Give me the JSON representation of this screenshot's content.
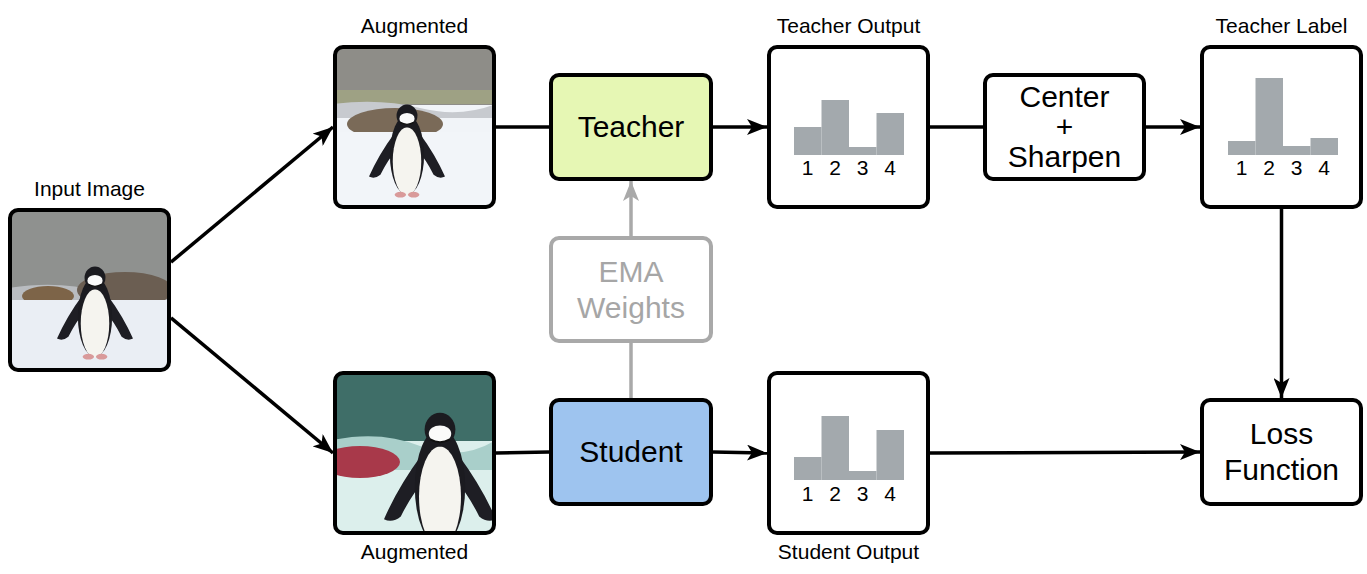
{
  "diagram": {
    "nodes": [
      {
        "text": [
          "Input Image"
        ]
      },
      {
        "text": [
          "Augmented"
        ]
      },
      {
        "text": [
          "Teacher"
        ]
      },
      {
        "text": [
          "Teacher Output",
          "1",
          "2",
          "3",
          "4"
        ]
      },
      {
        "text": [
          "Center + Sharpen"
        ]
      },
      {
        "text": [
          "Teacher Label",
          "1",
          "2",
          "3",
          "4"
        ]
      },
      {
        "text": [
          "EMA Weights"
        ]
      },
      {
        "text": [
          "Augmented"
        ]
      },
      {
        "text": [
          "Student"
        ]
      },
      {
        "text": [
          "Student Output",
          "1",
          "2",
          "3",
          "4"
        ]
      },
      {
        "text": [
          "Loss Function"
        ]
      }
    ],
    "edges": [
      {
        "from": 0,
        "to": 1,
        "arrow": "to"
      },
      {
        "from": 0,
        "to": 7,
        "arrow": "to"
      },
      {
        "from": 1,
        "to": 2,
        "arrow": "none"
      },
      {
        "from": 2,
        "to": 3,
        "arrow": "to"
      },
      {
        "from": 3,
        "to": 4,
        "arrow": "none"
      },
      {
        "from": 4,
        "to": 5,
        "arrow": "to"
      },
      {
        "from": 5,
        "to": 10,
        "arrow": "to"
      },
      {
        "from": 7,
        "to": 8,
        "arrow": "none"
      },
      {
        "from": 8,
        "to": 9,
        "arrow": "to"
      },
      {
        "from": 9,
        "to": 10,
        "arrow": "to"
      },
      {
        "from": 8,
        "to": 6,
        "arrow": "none"
      },
      {
        "from": 6,
        "to": 2,
        "arrow": "to"
      }
    ]
  }
}
